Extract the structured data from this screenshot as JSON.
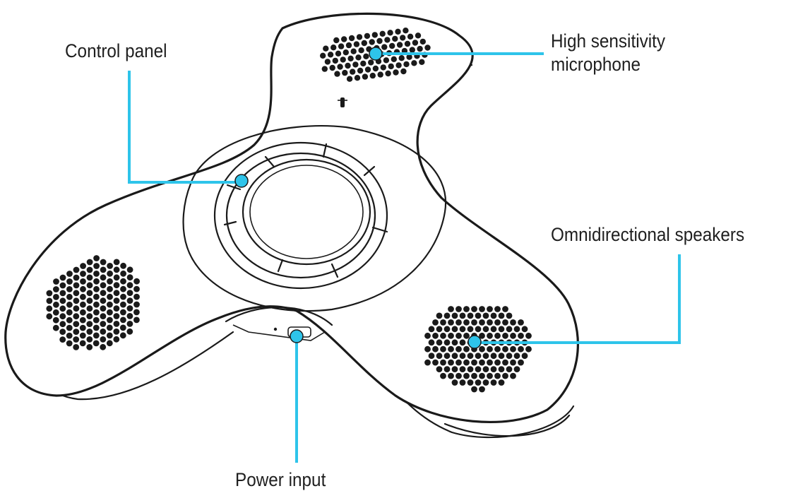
{
  "callouts": {
    "control_panel": "Control panel",
    "microphone_line1": "High sensitivity",
    "microphone_line2": "microphone",
    "speakers": "Omnidirectional speakers",
    "power": "Power input"
  },
  "colors": {
    "leader": "#2ec4ea",
    "outline": "#1a1a1a",
    "background": "#ffffff"
  },
  "icons": {
    "microphone_mark": "microphone-icon"
  }
}
